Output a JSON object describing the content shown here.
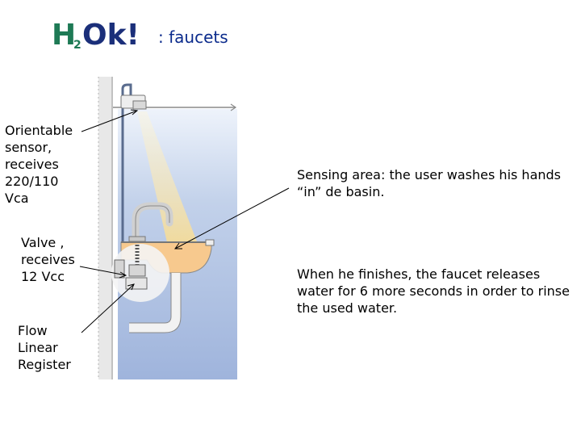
{
  "header": {
    "logo_text": "H2Ok!",
    "title_suffix": ": faucets"
  },
  "labels": {
    "sensor": "Orientable\nsensor,\nreceives\n220/110\nVca",
    "valve": "Valve ,\nreceives\n12 Vcc",
    "flow": "Flow\nLinear\nRegister",
    "sensing_area": "Sensing area: the user washes his hands “in” de basin.",
    "finish": "When he finishes, the faucet releases water for 6 more seconds in order to rinse the used water."
  },
  "colors": {
    "logo_green": "#1e7a55",
    "logo_blue": "#1b2f7a",
    "title_blue": "#0b2b8c",
    "wall_blue": "#a9bddf",
    "beam_yellow": "#f6e6a8",
    "basin_orange": "#f5c88a"
  }
}
